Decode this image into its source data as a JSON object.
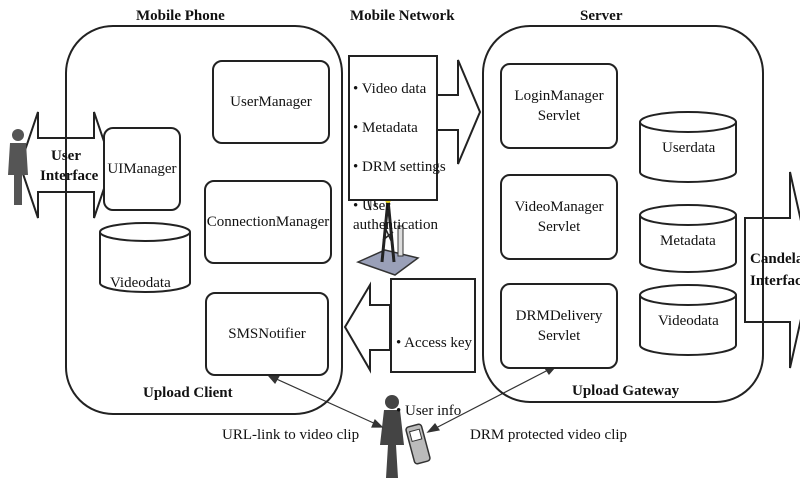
{
  "headers": {
    "mobile_phone": "Mobile Phone",
    "mobile_network": "Mobile Network",
    "server": "Server"
  },
  "phone": {
    "components": {
      "user_manager": "UserManager",
      "ui_manager": "UIManager",
      "connection_manager": "ConnectionManager",
      "sms_notifier": "SMSNotifier"
    },
    "videodata": "Videodata",
    "footer": "Upload Client"
  },
  "user_interface": "User\nInterface",
  "network": {
    "upload_items": [
      "• Video data",
      "• Metadata",
      "• DRM settings",
      "• User\nauthentication"
    ],
    "return_items": [
      "• Access key",
      "• User info"
    ]
  },
  "server": {
    "components": {
      "login_manager": "LoginManager\nServlet",
      "video_manager": "VideoManager\nServlet",
      "drm_delivery": "DRMDelivery\nServlet"
    },
    "databases": {
      "userdata": "Userdata",
      "metadata": "Metadata",
      "videodata": "Videodata"
    },
    "footer": "Upload Gateway"
  },
  "candela_interface": "Candela\nInterface",
  "bottom": {
    "url_link": "URL-link to video clip",
    "drm_clip": "DRM protected video clip"
  }
}
